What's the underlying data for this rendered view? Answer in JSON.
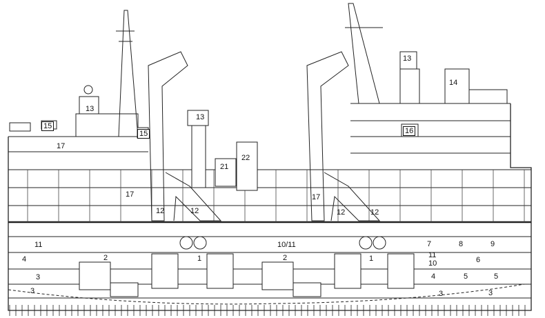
{
  "labels": {
    "n1a": "1",
    "n1b": "1",
    "n2a": "2",
    "n2b": "2",
    "n3a": "3",
    "n3b": "3",
    "n3c": "3",
    "n3d": "3",
    "n4a": "4",
    "n4b": "4",
    "n5a": "5",
    "n5b": "5",
    "n6": "6",
    "n7": "7",
    "n8": "8",
    "n9": "9",
    "n10": "10",
    "n11a": "11",
    "n11b": "11",
    "n1011": "10/11",
    "n12a": "12",
    "n12b": "12",
    "n12c": "12",
    "n12d": "12",
    "n13a": "13",
    "n13b": "13",
    "n13c": "13",
    "n14": "14",
    "n15a": "15",
    "n15b": "15",
    "n16": "16",
    "n17a": "17",
    "n17b": "17",
    "n17c": "17",
    "n21": "21",
    "n22": "22"
  }
}
